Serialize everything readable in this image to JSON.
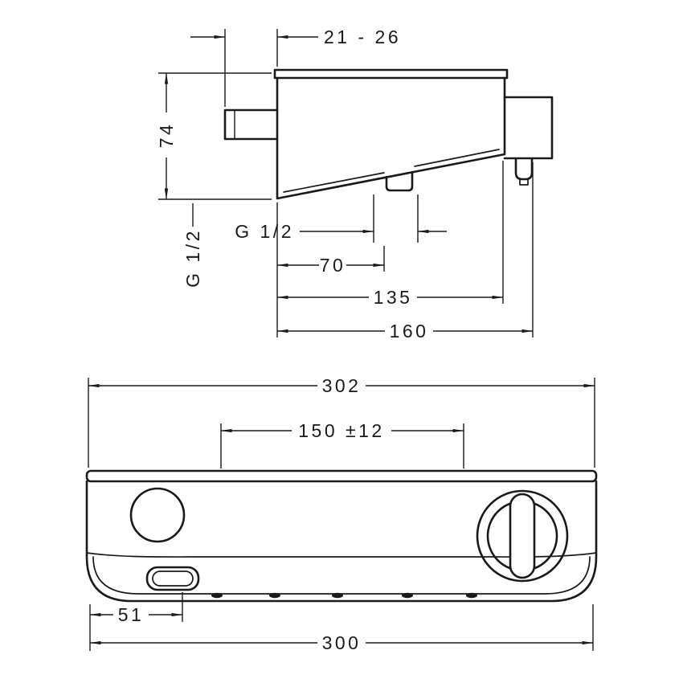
{
  "style": {
    "background": "#ffffff",
    "line_color": "#1a1a1a"
  },
  "side_view": {
    "dimensions": {
      "wall_protrusion": "21 - 26",
      "body_height": "74",
      "inlet_thread": "G 1/2",
      "outlet_thread": "G 1/2",
      "outlet_offset": "70",
      "depth_body": "135",
      "depth_total": "160"
    }
  },
  "front_view": {
    "dimensions": {
      "width_overall": "302",
      "inlet_spacing": "150 ±12",
      "outlet_from_left": "51",
      "width_body": "300"
    }
  }
}
